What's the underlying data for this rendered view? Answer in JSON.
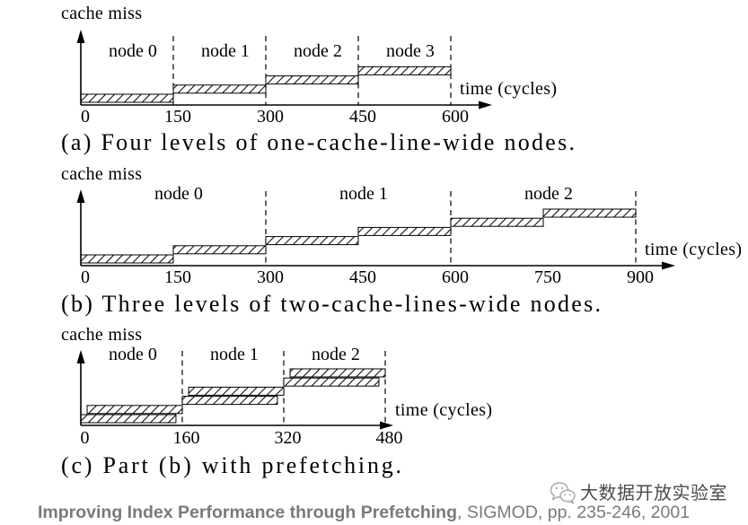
{
  "colors": {
    "ink": "#000000",
    "bar_fill": "#ffffff",
    "citation_text": "#7a7a7a",
    "watermark_icon": "#aaaaaa"
  },
  "figure": {
    "panels": [
      {
        "y_label": "cache miss",
        "x_label": "time (cycles)",
        "caption": "(a) Four levels of one-cache-line-wide nodes.",
        "x_ticks": [
          {
            "value": 0,
            "label": "0"
          },
          {
            "value": 150,
            "label": "150"
          },
          {
            "value": 300,
            "label": "300"
          },
          {
            "value": 450,
            "label": "450"
          },
          {
            "value": 600,
            "label": "600"
          }
        ],
        "nodes": [
          {
            "label": "node 0",
            "start": 0,
            "end": 150
          },
          {
            "label": "node 1",
            "start": 150,
            "end": 300
          },
          {
            "label": "node 2",
            "start": 300,
            "end": 450
          },
          {
            "label": "node 3",
            "start": 450,
            "end": 600
          }
        ],
        "cache_misses": [
          {
            "start": 0,
            "end": 150,
            "miss": 1
          },
          {
            "start": 150,
            "end": 300,
            "miss": 2
          },
          {
            "start": 300,
            "end": 450,
            "miss": 3
          },
          {
            "start": 450,
            "end": 600,
            "miss": 4
          }
        ]
      },
      {
        "y_label": "cache miss",
        "x_label": "time (cycles)",
        "caption": "(b) Three levels of two-cache-lines-wide nodes.",
        "x_ticks": [
          {
            "value": 0,
            "label": "0"
          },
          {
            "value": 150,
            "label": "150"
          },
          {
            "value": 300,
            "label": "300"
          },
          {
            "value": 450,
            "label": "450"
          },
          {
            "value": 600,
            "label": "600"
          },
          {
            "value": 750,
            "label": "750"
          },
          {
            "value": 900,
            "label": "900"
          }
        ],
        "nodes": [
          {
            "label": "node 0",
            "start": 0,
            "end": 300
          },
          {
            "label": "node 1",
            "start": 300,
            "end": 600
          },
          {
            "label": "node 2",
            "start": 600,
            "end": 900
          }
        ],
        "cache_misses": [
          {
            "start": 0,
            "end": 150,
            "miss": 1
          },
          {
            "start": 150,
            "end": 300,
            "miss": 2
          },
          {
            "start": 300,
            "end": 450,
            "miss": 3
          },
          {
            "start": 450,
            "end": 600,
            "miss": 4
          },
          {
            "start": 600,
            "end": 750,
            "miss": 5
          },
          {
            "start": 750,
            "end": 900,
            "miss": 6
          }
        ]
      },
      {
        "y_label": "cache miss",
        "x_label": "time (cycles)",
        "caption": "(c) Part (b) with prefetching.",
        "x_ticks": [
          {
            "value": 0,
            "label": "0"
          },
          {
            "value": 160,
            "label": "160"
          },
          {
            "value": 320,
            "label": "320"
          },
          {
            "value": 480,
            "label": "480"
          }
        ],
        "nodes": [
          {
            "label": "node 0",
            "start": 0,
            "end": 160
          },
          {
            "label": "node 1",
            "start": 160,
            "end": 320
          },
          {
            "label": "node 2",
            "start": 320,
            "end": 480
          }
        ],
        "cache_misses": [
          {
            "start": 0,
            "end": 150,
            "miss": 1
          },
          {
            "start": 10,
            "end": 160,
            "miss": 2
          },
          {
            "start": 160,
            "end": 310,
            "miss": 3
          },
          {
            "start": 170,
            "end": 320,
            "miss": 4
          },
          {
            "start": 320,
            "end": 470,
            "miss": 5
          },
          {
            "start": 330,
            "end": 480,
            "miss": 6
          }
        ]
      }
    ]
  },
  "citation": {
    "title": "Improving Index Performance through Prefetching",
    "venue": ", SIGMOD, pp. 235-246, 2001"
  },
  "watermark": {
    "icon": "wechat-icon",
    "text": "大数据开放实验室"
  }
}
